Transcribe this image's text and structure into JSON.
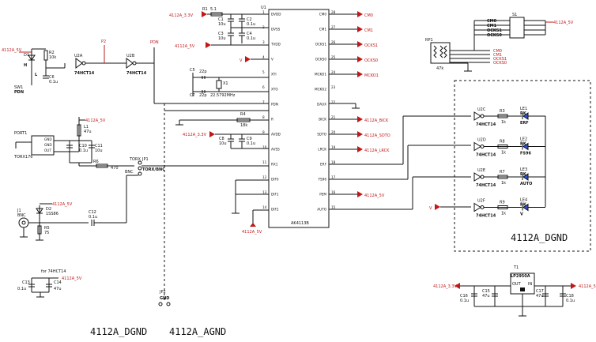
{
  "ic_main": {
    "ref": "U1",
    "part": "AK4113B",
    "pins_left": [
      {
        "num": "1",
        "name": "DVDD"
      },
      {
        "num": "2",
        "name": "DVSS"
      },
      {
        "num": "3",
        "name": "TVDD"
      },
      {
        "num": "4",
        "name": "V"
      },
      {
        "num": "5",
        "name": "XTI"
      },
      {
        "num": "6",
        "name": "XTO"
      },
      {
        "num": "7",
        "name": "PDN"
      },
      {
        "num": "8",
        "name": "R"
      },
      {
        "num": "9",
        "name": "AVDD"
      },
      {
        "num": "10",
        "name": "AVSS"
      },
      {
        "num": "11",
        "name": "RX1"
      },
      {
        "num": "12",
        "name": "DIF0"
      },
      {
        "num": "13",
        "name": "DIF1"
      },
      {
        "num": "14",
        "name": "DIF2"
      }
    ],
    "pins_right": [
      {
        "num": "28",
        "name": "CM0"
      },
      {
        "num": "27",
        "name": "CM1"
      },
      {
        "num": "26",
        "name": "OCKS1"
      },
      {
        "num": "25",
        "name": "OCKS0"
      },
      {
        "num": "24",
        "name": "MCKO1"
      },
      {
        "num": "23",
        "name": "MCKO2"
      },
      {
        "num": "22",
        "name": "DAUX"
      },
      {
        "num": "21",
        "name": "BICK"
      },
      {
        "num": "20",
        "name": "SDTO"
      },
      {
        "num": "19",
        "name": "LRCK"
      },
      {
        "num": "18",
        "name": "ERF"
      },
      {
        "num": "17",
        "name": "FS96"
      },
      {
        "num": "16",
        "name": "PEM"
      },
      {
        "num": "15",
        "name": "AUTO"
      }
    ]
  },
  "nets": {
    "v5": "4112A_5V",
    "v33": "4112A_3.3V",
    "v": "V",
    "cm0": "CM0",
    "cm1": "CM1",
    "ocks1": "OCKS1",
    "ocks0": "OCKS0",
    "mcko1": "MCKO1",
    "bick": "4112A_BICK",
    "sdto": "4112A_SDTO",
    "lrck": "4112A_LRCK"
  },
  "parts": {
    "r1": "R1",
    "r1v": "5.1",
    "c1": "C1",
    "c1v": "10u",
    "c2": "C2",
    "c2v": "0.1u",
    "c3": "C3",
    "c3v": "10u",
    "c4": "C4",
    "c4v": "0.1u",
    "c5": "C5",
    "c5v": "22p",
    "c7": "C7",
    "c7v": "22p",
    "x1": "X1",
    "x1v": "22.5792MHz",
    "r4": "R4",
    "r4v": "18k",
    "c8": "C8",
    "c8v": "10u",
    "c9": "C9",
    "c9v": "0.1u",
    "r2": "R2",
    "r2v": "10k",
    "c6": "C6",
    "c6v": "0.1u",
    "sw1": "SW1",
    "pdn": "PDN",
    "pdn_flag": "PDN",
    "h": "H",
    "l": "L",
    "d1": "D1",
    "u2a": "U2A",
    "u2b": "U2B",
    "u2part": "74HCT14",
    "p2": "P2",
    "port1": "PORT1",
    "torx": "TORX176",
    "l1": "L1",
    "l1v": "47u",
    "c10": "C10",
    "c10v": "0.1u",
    "c11": "C11",
    "c11v": "10u",
    "r6": "R6",
    "r6v": "470",
    "jp1": "JP1",
    "torx_lbl": "TORX",
    "torx_sel": "TORX/BNC",
    "bnc_lbl": "BNC",
    "j1": "J1",
    "j1v": "BNC",
    "d2": "D2",
    "d2v": "1SS86",
    "r5": "R5",
    "r5v": "75",
    "c12": "C12",
    "c12v": "0.1u",
    "for74": "for 74HCT14",
    "c13": "C13",
    "c13v": "0.1u",
    "c14": "C14",
    "c14v": "47u",
    "jp2": "JP2",
    "gnd": "GND",
    "rp1": "RP1",
    "rp1v": "47k",
    "s1": "S1",
    "cm0": "CM0",
    "cm1": "CM1",
    "ocks1": "OCKS1",
    "ocks0": "OCKS0",
    "t1": "T1",
    "t1part": "LP2950A",
    "t1out": "OUT",
    "t1in": "IN",
    "c16": "C16",
    "c16v": "0.1u",
    "c15": "C15",
    "c15v": "47u",
    "c17": "C17",
    "c17v": "47u",
    "c18": "C18",
    "c18v": "0.1u"
  },
  "leds": [
    {
      "gate": "U2C",
      "gate_part": "74HCT14",
      "res": "R3",
      "res_v": "1k",
      "led": "LE1",
      "led_part": "RK",
      "label": "ERF"
    },
    {
      "gate": "U2D",
      "gate_part": "74HCT14",
      "res": "R8",
      "res_v": "1k",
      "led": "LE2",
      "led_part": "RK",
      "label": "FS96"
    },
    {
      "gate": "U2E",
      "gate_part": "74HCT14",
      "res": "R7",
      "res_v": "1k",
      "led": "LE3",
      "led_part": "RK",
      "label": "AUTO"
    },
    {
      "gate": "U2F",
      "gate_part": "74HCT14",
      "res": "R9",
      "res_v": "1k",
      "led": "LE4",
      "led_part": "RK",
      "label": "V"
    }
  ],
  "labels": {
    "dgnd_box": "4112A_DGND",
    "dgnd_bottom": "4112A_DGND",
    "agnd_bottom": "4112A_AGND"
  }
}
